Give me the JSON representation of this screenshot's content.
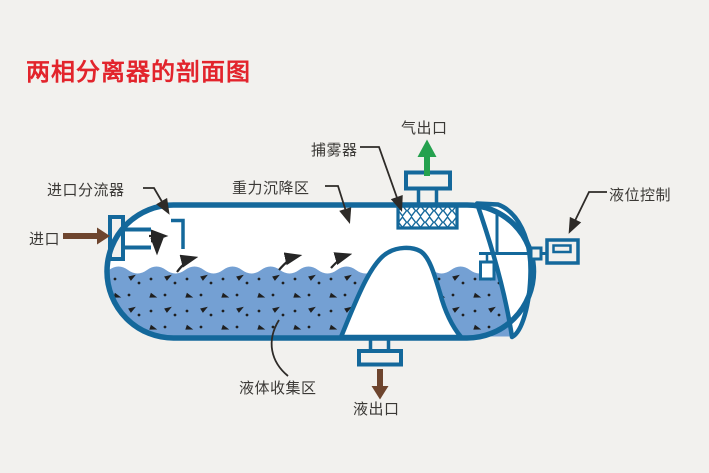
{
  "title": {
    "text": "两相分离器的剖面图"
  },
  "labels": {
    "inlet_diverter": "进口分流器",
    "inlet": "进口",
    "gravity_settling_zone": "重力沉降区",
    "mist_extractor": "捕雾器",
    "gas_outlet": "气出口",
    "level_control": "液位控制",
    "liquid_collection_zone": "液体收集区",
    "liquid_outlet": "液出口"
  },
  "theme": {
    "background": "#f2f1ee",
    "title_color": "#e2242c",
    "label_color": "#3b3936",
    "vessel_stroke": "#14689b",
    "liquid_fill": "#74a0d3",
    "particle_color": "#1f1f1f",
    "inlet_arrow_color": "#6e452e",
    "liquid_outlet_arrow_color": "#6e452e",
    "gas_outlet_arrow_color": "#25a14e",
    "leader_line_color": "#2e2b28"
  }
}
